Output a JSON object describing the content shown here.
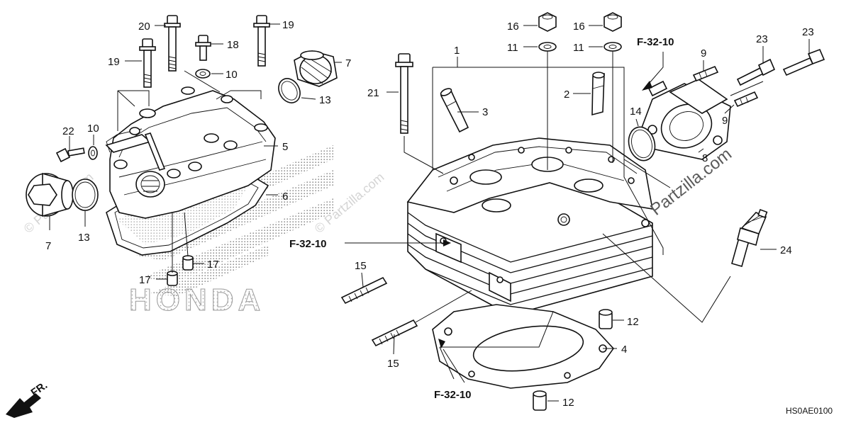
{
  "labels": {
    "p1": "1",
    "p2": "2",
    "p3": "3",
    "p4": "4",
    "p5": "5",
    "p6": "6",
    "p7a": "7",
    "p7b": "7",
    "p8": "8",
    "p9a": "9",
    "p9b": "9",
    "p10a": "10",
    "p10b": "10",
    "p11a": "11",
    "p11b": "11",
    "p12a": "12",
    "p12b": "12",
    "p13a": "13",
    "p13b": "13",
    "p14": "14",
    "p15a": "15",
    "p15b": "15",
    "p16a": "16",
    "p16b": "16",
    "p17a": "17",
    "p17b": "17",
    "p18": "18",
    "p19a": "19",
    "p19b": "19",
    "p20": "20",
    "p21": "21",
    "p22": "22",
    "p23a": "23",
    "p23b": "23",
    "p24": "24"
  },
  "refs": {
    "top": "F-32-10",
    "middle": "F-32-10",
    "bottom": "F-32-10"
  },
  "diagram_code": "HS0AE0100",
  "front_marker": "FR.",
  "brand": "HONDA",
  "watermarks": {
    "site": "Partzilla.com",
    "site_alt": "© Partzilla.com"
  },
  "colors": {
    "ink": "#111111",
    "halftone": "#9a9a9a",
    "watermark": "#d4d4d4"
  }
}
